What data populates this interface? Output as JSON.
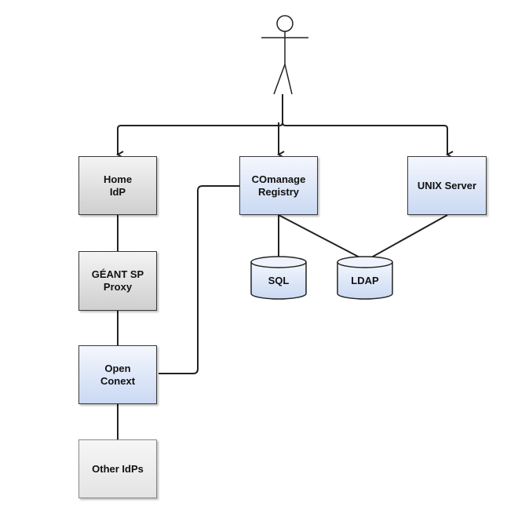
{
  "nodes": {
    "home_idp": "Home\nIdP",
    "geant_sp_proxy": "GÉANT SP\nProxy",
    "open_conext": "Open\nConext",
    "other_idps": "Other IdPs",
    "comanage_registry": "COmanage\nRegistry",
    "unix_server": "UNIX Server",
    "sql": "SQL",
    "ldap": "LDAP"
  },
  "colors": {
    "line": "#222222",
    "box_border": "#3a3a3a",
    "gray_fill": "#cfcfcf",
    "blue_fill": "#cad9f3",
    "light_fill": "#e4e4e4"
  }
}
